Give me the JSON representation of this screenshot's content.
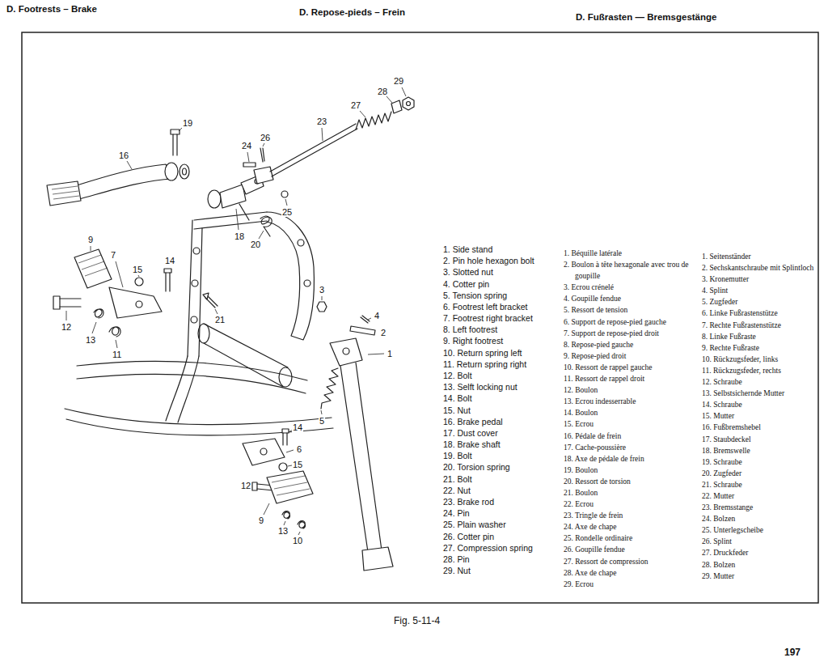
{
  "diagram": {
    "title": "D. Footrests – Brake",
    "caption": "Fig. 5-11-4",
    "labels": [
      "D. Repose-pieds – Frein",
      "D. Fußrasten — Bremsgestänge",
      "29",
      "28",
      "27",
      "23",
      "19",
      "26",
      "24",
      "16",
      "25",
      "18",
      "20",
      "9",
      "7",
      "15",
      "14",
      "3",
      "21",
      "4",
      "2",
      "12",
      "13",
      "11",
      "1",
      "5",
      "14",
      "6",
      "15",
      "12",
      "9",
      "13",
      "10",
      "1. Side stand",
      "2. Pin hole hexagon bolt",
      "3. Slotted nut",
      "4. Cotter pin",
      "5. Tension spring",
      "6. Footrest left bracket",
      "7. Footrest right bracket",
      "8. Left footrest",
      "9. Right footrest",
      "10. Return spring left",
      "11. Return spring right",
      "12. Bolt",
      "13. Selft locking nut",
      "14. Bolt",
      "15. Nut",
      "16. Brake pedal",
      "17. Dust cover",
      "18. Brake shaft",
      "19. Bolt",
      "20. Torsion spring",
      "21. Bolt",
      "22. Nut",
      "23. Brake rod",
      "24. Pin",
      "25. Plain washer",
      "26. Cotter pin",
      "27. Compression spring",
      "28. Pin",
      "29. Nut",
      "1. Béquille latérale",
      "2. Boulon à tête hexagonale avec trou de goupille",
      "3. Ecrou crénelé",
      "4. Goupille fendue",
      "5. Ressort de tension",
      "6. Support de repose-pied gauche",
      "7. Support de repose-pied droit",
      "8. Repose-pied gauche",
      "9. Repose-pied droit",
      "10. Ressort de rappel gauche",
      "11. Ressort de rappel droit",
      "12. Boulon",
      "13. Ecrou indesserrable",
      "14. Boulon",
      "15. Ecrou",
      "16. Pédale de frein",
      "17. Cache-poussière",
      "18. Axe de pédale de frein",
      "19. Boulon",
      "20. Ressort de torsion",
      "21. Boulon",
      "22. Ecrou",
      "23. Tringle de frein",
      "24. Axe de chape",
      "25. Rondelle ordinaire",
      "26. Goupille fendue",
      "27. Ressort de compression",
      "28. Axe de chape",
      "29. Ecrou",
      "1. Seitenständer",
      "2. Sechskantschraube mit Splintloch",
      "3. Kronemutter",
      "4. Splint",
      "5. Zugfeder",
      "6. Linke Fußrastenstütze",
      "7. Rechte Fußrastenstütze",
      "8. Linke Fußraste",
      "9. Rechte Fußraste",
      "10. Rückzugsfeder, links",
      "11. Rückzugsfeder, rechts",
      "12. Schraube",
      "13. Selbstsichernde Mutter",
      "14. Schraube",
      "15. Mutter",
      "16. Fußbremshebel",
      "17. Staubdeckel",
      "18. Bremswelle",
      "19. Schraube",
      "20. Zugfeder",
      "21. Schraube",
      "22. Mutter",
      "23. Bremsstange",
      "24. Bolzen",
      "25. Unterlegscheibe",
      "26. Splint",
      "27. Druckfeder",
      "28. Bolzen",
      "29. Mutter",
      "197"
    ]
  }
}
